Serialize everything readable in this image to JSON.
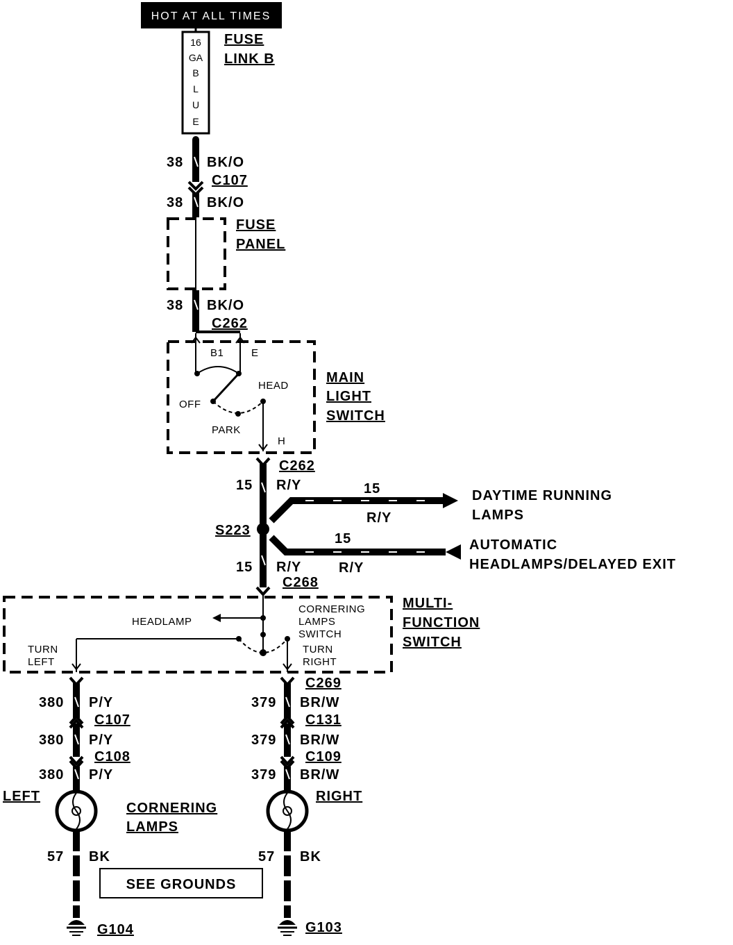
{
  "header": {
    "hot_label": "HOT AT ALL TIMES"
  },
  "fuse_link": {
    "label_line1": "FUSE",
    "label_line2": "LINK B",
    "body_text": [
      "16",
      "GA",
      "B",
      "L",
      "U",
      "E"
    ]
  },
  "fuse_panel": {
    "line1": "FUSE",
    "line2": "PANEL"
  },
  "main_light_switch": {
    "line1": "MAIN",
    "line2": "LIGHT",
    "line3": "SWITCH",
    "pin_b1": "B1",
    "pin_e": "E",
    "pos_off": "OFF",
    "pos_park": "PARK",
    "pos_head": "HEAD",
    "pin_h": "H"
  },
  "multi_function_switch": {
    "line1": "MULTI-",
    "line2": "FUNCTION",
    "line3": "SWITCH",
    "headlamp": "HEADLAMP",
    "cornering_1": "CORNERING",
    "cornering_2": "LAMPS",
    "cornering_3": "SWITCH",
    "turn_left_1": "TURN",
    "turn_left_2": "LEFT",
    "turn_right_1": "TURN",
    "turn_right_2": "RIGHT"
  },
  "wires": {
    "w38": "38",
    "bko": "BK/O",
    "w15": "15",
    "ry": "R/Y",
    "w380": "380",
    "py": "P/Y",
    "w379": "379",
    "brw": "BR/W",
    "w57": "57",
    "bk": "BK"
  },
  "connectors": {
    "c107_top": "C107",
    "c262_top": "C262",
    "c262_bottom": "C262",
    "c268": "C268",
    "c269": "C269",
    "c107_left": "C107",
    "c108": "C108",
    "c131": "C131",
    "c109": "C109",
    "s223": "S223"
  },
  "destinations": {
    "drl_1": "DAYTIME RUNNING",
    "drl_2": "LAMPS",
    "auto_1": "AUTOMATIC",
    "auto_2": "HEADLAMPS/DELAYED EXIT"
  },
  "lamps": {
    "left": "LEFT",
    "right": "RIGHT",
    "cornering_1": "CORNERING",
    "cornering_2": "LAMPS"
  },
  "grounds": {
    "see_grounds": "SEE GROUNDS",
    "g104": "G104",
    "g103": "G103"
  }
}
